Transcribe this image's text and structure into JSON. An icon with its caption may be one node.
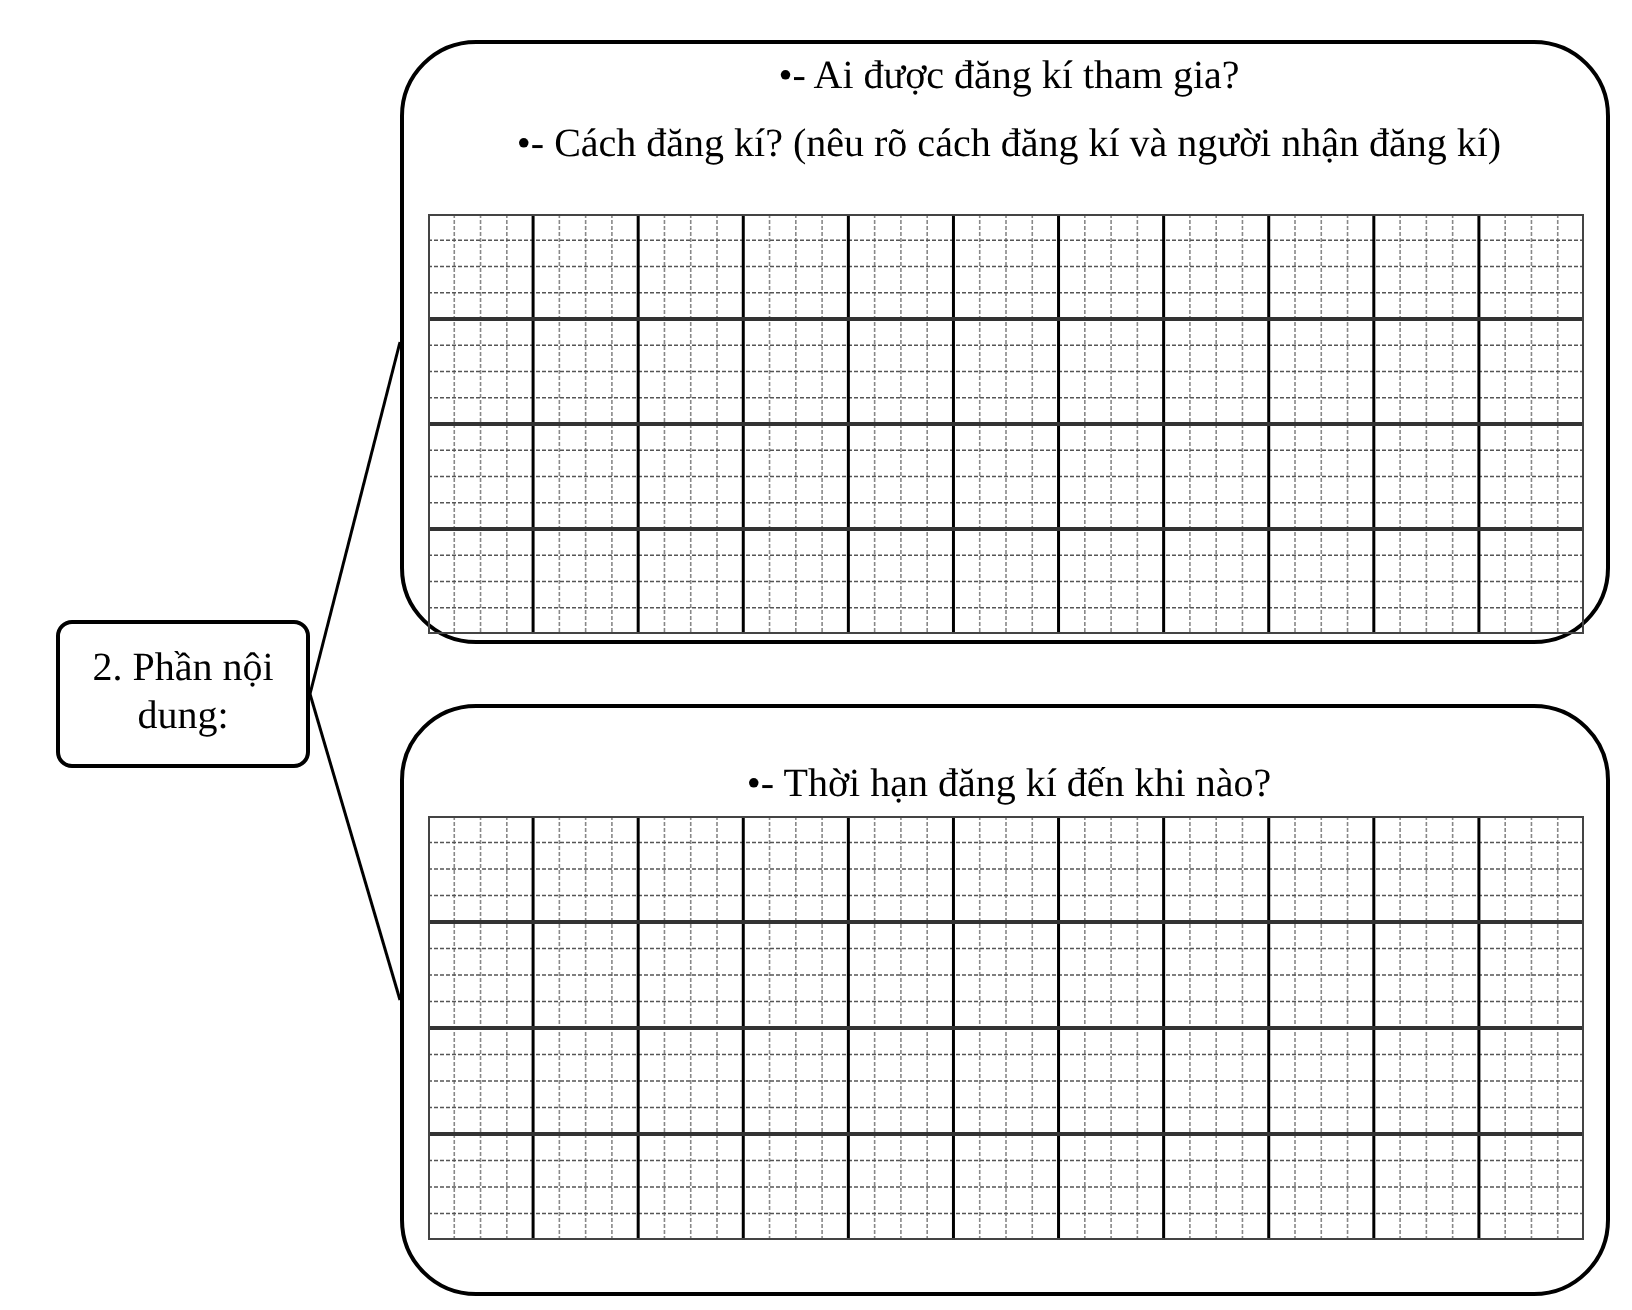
{
  "diagram": {
    "nodes": [
      {
        "text": [
          "2. Phần nội dung:"
        ]
      },
      {
        "text": [
          "•- Ai được đăng kí tham gia?",
          "•- Cách đăng kí? (nêu rõ cách đăng kí và người nhận đăng kí)"
        ]
      },
      {
        "text": [
          "•- Thời hạn đăng kí đến khi nào?"
        ]
      }
    ],
    "edges": [
      {
        "from": 0,
        "to": 1,
        "arrow": "none"
      },
      {
        "from": 0,
        "to": 2,
        "arrow": "none"
      }
    ]
  }
}
